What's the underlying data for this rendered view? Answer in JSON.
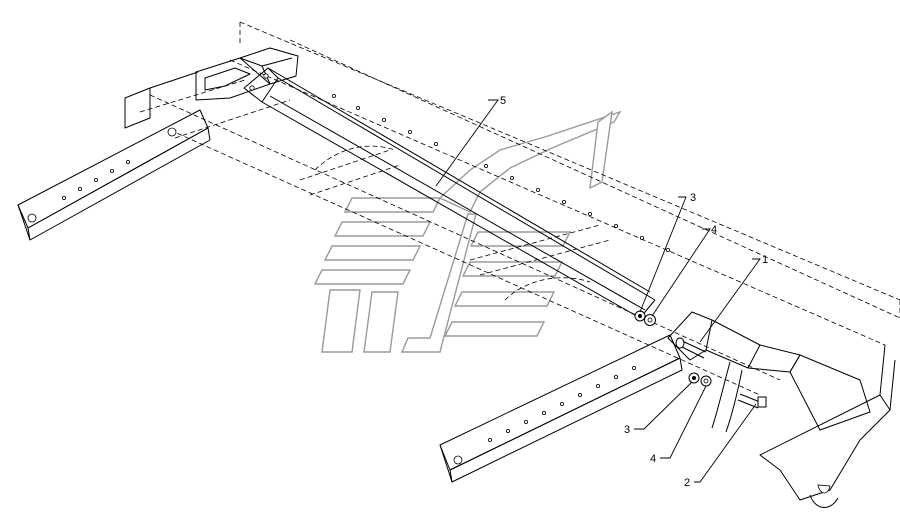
{
  "callouts": [
    {
      "id": "c5",
      "label": "5"
    },
    {
      "id": "c3a",
      "label": "3"
    },
    {
      "id": "c4a",
      "label": "4"
    },
    {
      "id": "c1",
      "label": "1"
    },
    {
      "id": "c3b",
      "label": "3"
    },
    {
      "id": "c4b",
      "label": "4"
    },
    {
      "id": "c2",
      "label": "2"
    }
  ],
  "colors": {
    "line": "#000000",
    "watermark": "#9a9a9a",
    "background": "#ffffff"
  },
  "icons": {
    "watermark": "brand-logo-watermark"
  }
}
